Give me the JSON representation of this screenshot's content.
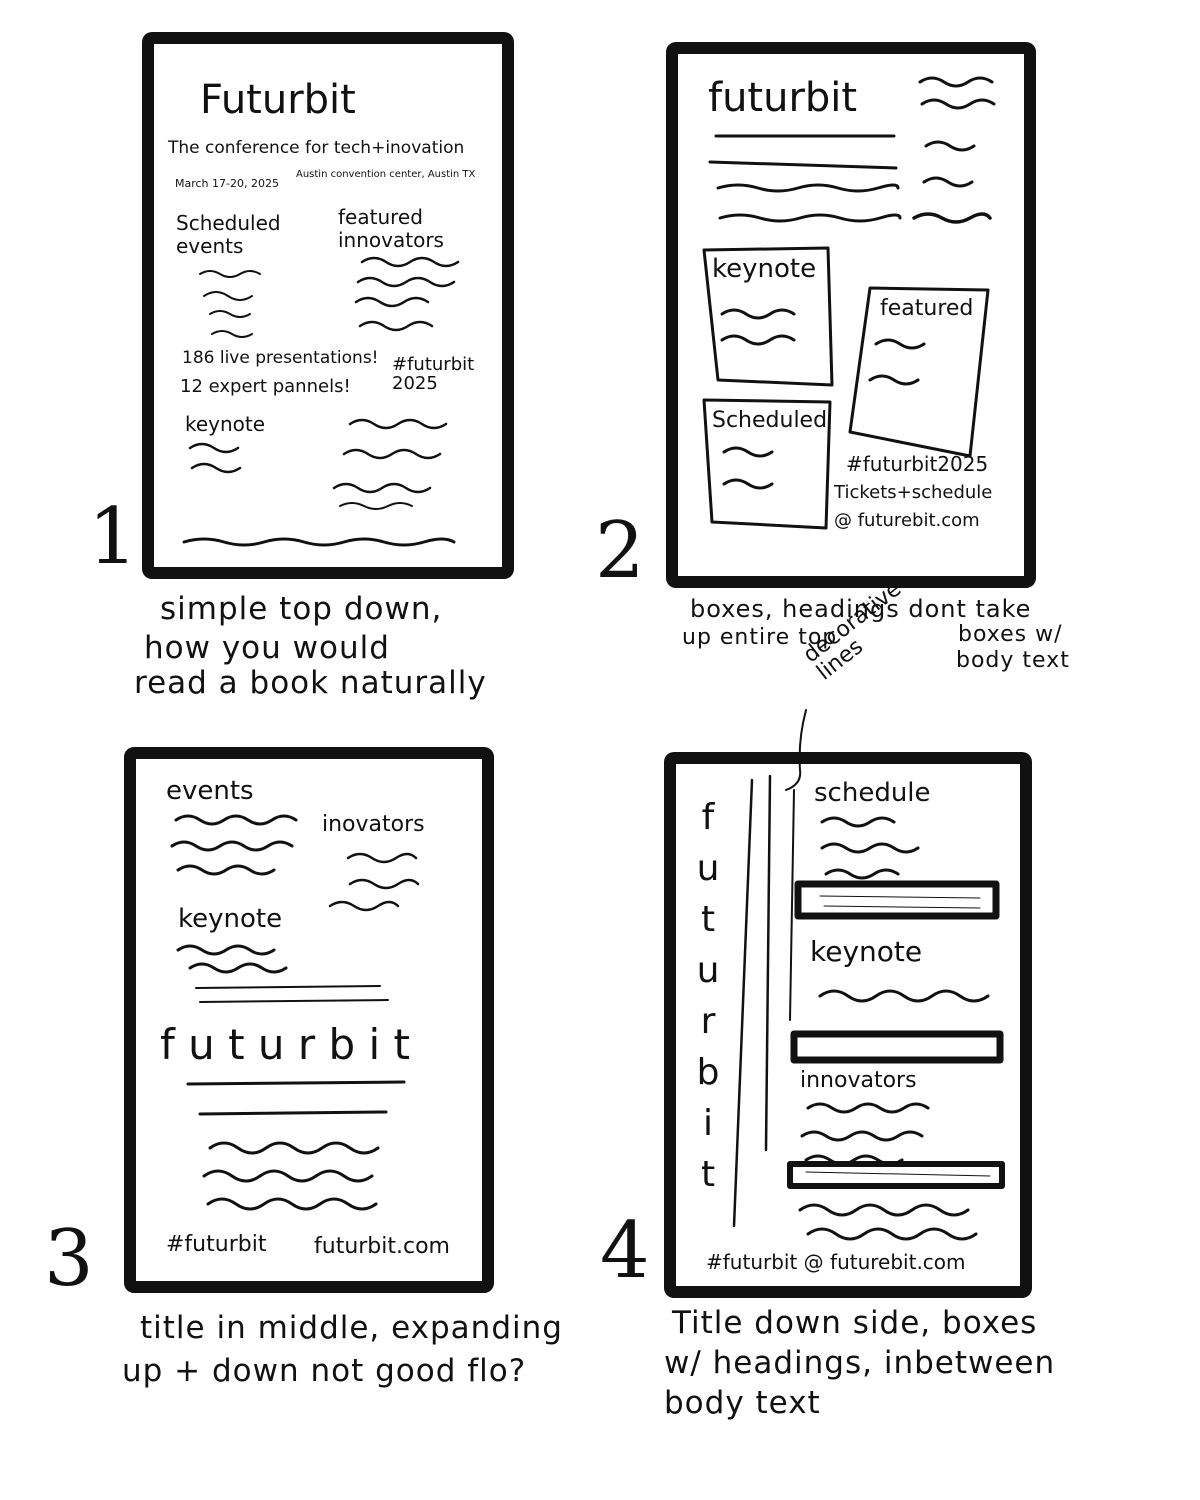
{
  "sketch1": {
    "number": "1",
    "title": "Futurbit",
    "tagline": "The conference for tech+inovation",
    "dates": "March 17-20, 2025",
    "venue": "Austin convention center, Austin TX",
    "scheduled_events": "Scheduled events",
    "featured_innovators": "featured innovators",
    "stats": [
      "186 live presentations!",
      "12 expert pannels!"
    ],
    "hashtag": "#futurbit 2025",
    "keynote": "keynote",
    "caption": [
      "simple top down,",
      "how you would",
      "read a book naturally"
    ]
  },
  "sketch2": {
    "number": "2",
    "title": "futurbit",
    "keynote": "keynote",
    "featured": "featured",
    "scheduled": "Scheduled",
    "hashtag": "#futurbit2025",
    "tickets": "Tickets+schedule",
    "website": "@ futurebit.com",
    "caption_left": [
      "boxes, headings dont take",
      "up entire top"
    ],
    "caption_right": [
      "boxes w/",
      "body text"
    ]
  },
  "sketch3": {
    "number": "3",
    "events": "events",
    "innovators": "inovators",
    "keynote": "keynote",
    "title": "f u t u r  b i t",
    "hashtag": "#futurbit",
    "website": "futurbit.com",
    "caption": [
      "title in middle, expanding",
      "up + down not good flo?"
    ]
  },
  "sketch4": {
    "number": "4",
    "annotation": "decorative lines",
    "title_letters": [
      "f",
      "u",
      "t",
      "u",
      "r",
      "b",
      "i",
      "t"
    ],
    "schedule": "schedule",
    "keynote": "keynote",
    "innovators": "innovators",
    "footer": "#futurbit @ futurebit.com",
    "caption": [
      "Title down side, boxes",
      "w/ headings, inbetween",
      "body text"
    ]
  }
}
